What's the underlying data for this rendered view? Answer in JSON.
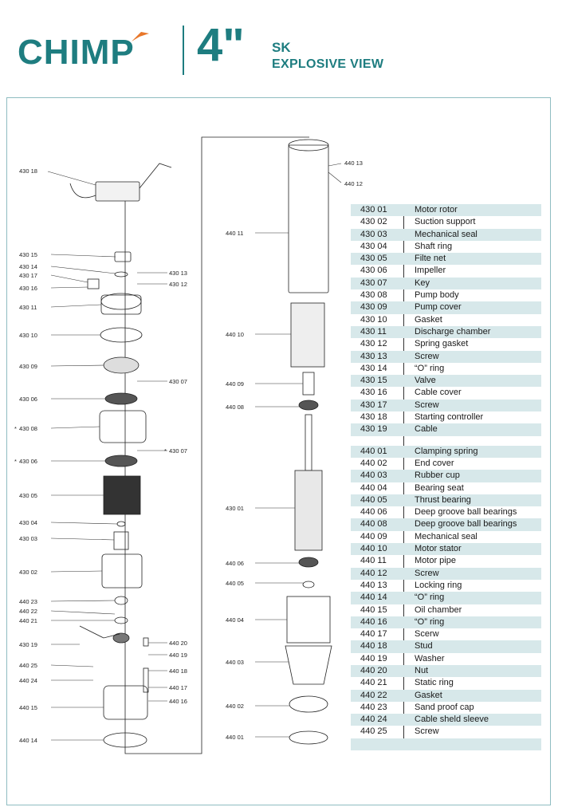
{
  "header": {
    "logo": "CHIMP",
    "size": "4\"",
    "model": "SK",
    "subtitle": "EXPLOSIVE VIEW"
  },
  "colors": {
    "brand": "#1e7d80",
    "accent": "#e8772a",
    "row_shade": "#d7e8ea",
    "frame": "#8fbcc1"
  },
  "callouts": {
    "left": [
      "430 18",
      "430 15",
      "430 14",
      "430 17",
      "430 16",
      "430 13",
      "430 12",
      "430 11",
      "430 10",
      "430 09",
      "430 07",
      "430 06",
      "430 08",
      "430 07",
      "430 06",
      "430 05",
      "430 04",
      "430 03",
      "430 02",
      "440 23",
      "440 22",
      "440 21",
      "430 19",
      "440 20",
      "440 19",
      "440 25",
      "440 18",
      "440 24",
      "440 17",
      "440 16",
      "440 15",
      "440 14"
    ],
    "right": [
      "440 13",
      "440 12",
      "440 11",
      "440 10",
      "440 09",
      "440 08",
      "430 01",
      "440 06",
      "440 05",
      "440 04",
      "440 03",
      "440 02",
      "440 01"
    ],
    "star": "*"
  },
  "parts_430": [
    {
      "code": "430 01",
      "name": "Motor rotor"
    },
    {
      "code": "430 02",
      "name": "Suction support"
    },
    {
      "code": "430 03",
      "name": "Mechanical seal"
    },
    {
      "code": "430 04",
      "name": "Shaft ring"
    },
    {
      "code": "430 05",
      "name": "Filte net"
    },
    {
      "code": "430 06",
      "name": "Impeller"
    },
    {
      "code": "430 07",
      "name": "Key"
    },
    {
      "code": "430 08",
      "name": "Pump body"
    },
    {
      "code": "430 09",
      "name": "Pump cover"
    },
    {
      "code": "430 10",
      "name": "Gasket"
    },
    {
      "code": "430 11",
      "name": "Discharge chamber"
    },
    {
      "code": "430 12",
      "name": "Spring gasket"
    },
    {
      "code": "430 13",
      "name": "Screw"
    },
    {
      "code": "430 14",
      "name": "“O” ring"
    },
    {
      "code": "430 15",
      "name": "Valve"
    },
    {
      "code": "430 16",
      "name": "Cable cover"
    },
    {
      "code": "430 17",
      "name": "Screw"
    },
    {
      "code": "430 18",
      "name": "Starting controller"
    },
    {
      "code": "430 19",
      "name": "Cable"
    }
  ],
  "parts_440": [
    {
      "code": "440 01",
      "name": "Clamping spring"
    },
    {
      "code": "440 02",
      "name": "End cover"
    },
    {
      "code": "440 03",
      "name": "Rubber cup"
    },
    {
      "code": "440 04",
      "name": "Bearing seat"
    },
    {
      "code": "440 05",
      "name": "Thrust bearing"
    },
    {
      "code": "440 06",
      "name": "Deep groove ball bearings"
    },
    {
      "code": "440 08",
      "name": "Deep groove ball bearings"
    },
    {
      "code": "440 09",
      "name": "Mechanical seal"
    },
    {
      "code": "440 10",
      "name": "Motor stator"
    },
    {
      "code": "440 11",
      "name": "Motor pipe"
    },
    {
      "code": "440 12",
      "name": "Screw"
    },
    {
      "code": "440 13",
      "name": "Locking ring"
    },
    {
      "code": "440 14",
      "name": "“O” ring"
    },
    {
      "code": "440 15",
      "name": "Oil chamber"
    },
    {
      "code": "440 16",
      "name": "“O” ring"
    },
    {
      "code": "440 17",
      "name": "Scerw"
    },
    {
      "code": "440 18",
      "name": "Stud"
    },
    {
      "code": "440 19",
      "name": "Washer"
    },
    {
      "code": "440 20",
      "name": "Nut"
    },
    {
      "code": "440 21",
      "name": "Static ring"
    },
    {
      "code": "440 22",
      "name": "Gasket"
    },
    {
      "code": "440 23",
      "name": "Sand proof cap"
    },
    {
      "code": "440 24",
      "name": "Cable sheld sleeve"
    },
    {
      "code": "440 25",
      "name": "Screw"
    }
  ]
}
